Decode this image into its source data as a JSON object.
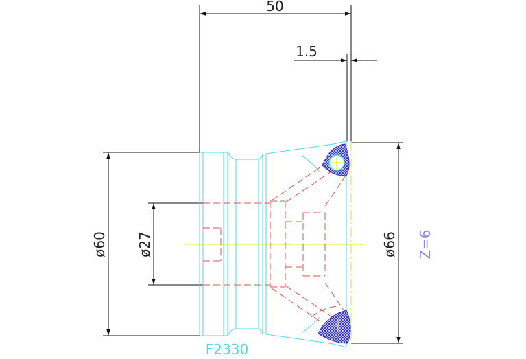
{
  "drawing": {
    "part_code": "F2330",
    "teeth_count_label": "Z=6",
    "dimensions": {
      "overall_length": "50",
      "insert_offset": "1.5",
      "body_diameter": "ø60",
      "bore_diameter": "ø27",
      "cutting_diameter": "ø66"
    },
    "colors": {
      "body_outline": "#4fd8e8",
      "hidden_lines": "#e8504a",
      "centerline": "#e6e600",
      "insert_hatch": "#2a2ad0",
      "dimension_lines": "#111111",
      "model_text": "#4fd8e8",
      "z_label": "#8a8ad8"
    },
    "icons": [
      "insert-triangle-top",
      "insert-triangle-bottom"
    ]
  }
}
